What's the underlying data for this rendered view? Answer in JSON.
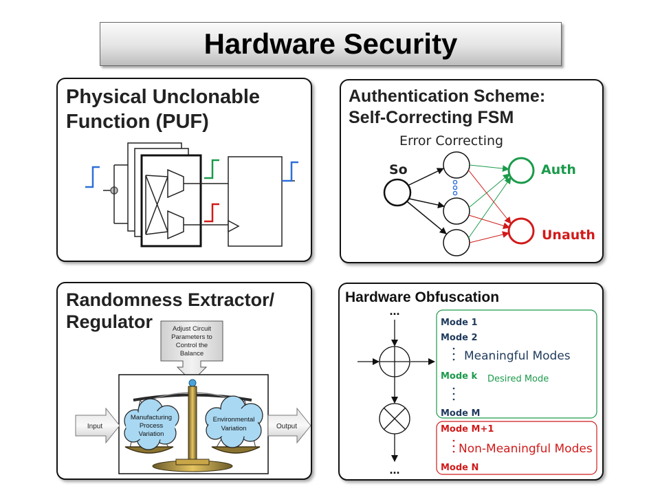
{
  "title": "Hardware Security",
  "puf": {
    "title_line1": "Physical Unclonable",
    "title_line2": "Function (PUF)"
  },
  "auth": {
    "title_line1": "Authentication Scheme:",
    "title_line2": "Self-Correcting FSM",
    "error_label": "Error Correcting",
    "start_label": "So",
    "auth_label": "Auth",
    "unauth_label": "Unauth",
    "colors": {
      "auth": "#1a9a4a",
      "unauth": "#d11a1a"
    }
  },
  "extractor": {
    "title_line1": "Randomness Extractor/",
    "title_line2": "Regulator",
    "callout_lines": [
      "Adjust Circuit",
      "Parameters to",
      "Control the",
      "Balance"
    ],
    "input_label": "Input",
    "output_label": "Output",
    "left_cloud_lines": [
      "Manufacturing",
      "Process",
      "Variation"
    ],
    "right_cloud_lines": [
      "Environmental",
      "Variation"
    ]
  },
  "obfuscation": {
    "title": "Hardware Obfuscation",
    "top_dots": "...",
    "bottom_dots": "...",
    "modes": {
      "mode1": "Mode 1",
      "mode2": "Mode 2",
      "meaningful": "Meaningful Modes",
      "modek": "Mode k",
      "desired": "Desired Mode",
      "modeM": "Mode M",
      "modeM1": "Mode M+1",
      "non_meaningful": "Non-Meaningful Modes",
      "modeN": "Mode N"
    },
    "colors": {
      "navy": "#1f3a5c",
      "green": "#1a9a4a",
      "red": "#d11a1a"
    }
  }
}
